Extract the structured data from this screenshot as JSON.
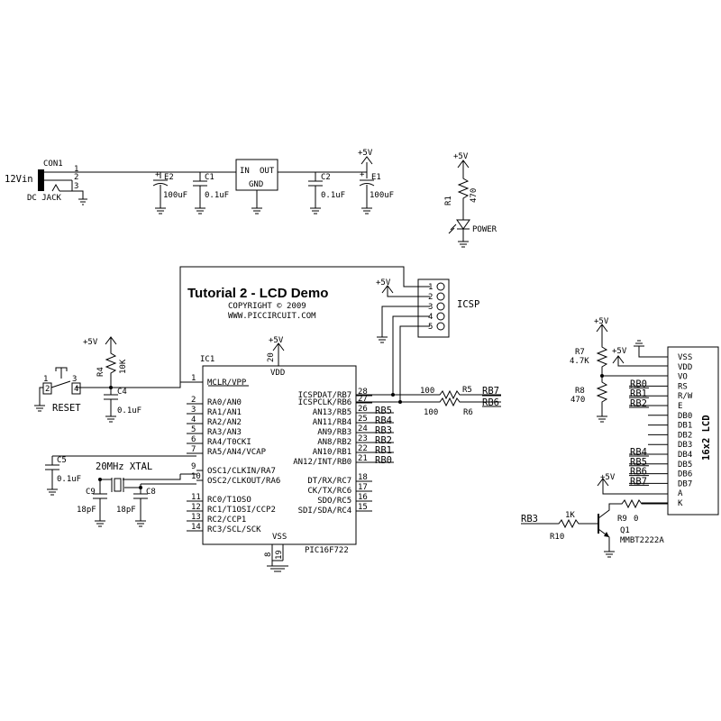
{
  "title": "Tutorial 2 - LCD Demo",
  "copyright": "COPYRIGHT © 2009",
  "website": "WWW.PICCIRCUIT.COM",
  "power_supply": {
    "input": "12Vin",
    "jack_ref": "CON1",
    "jack_name": "DC JACK",
    "jack_pins": [
      "1",
      "2",
      "3"
    ],
    "e2": "E2",
    "e2_val": "100uF",
    "c1": "C1",
    "c1_val": "0.1uF",
    "reg_in": "IN",
    "reg_out": "OUT",
    "reg_gnd": "GND",
    "c2": "C2",
    "c2_val": "0.1uF",
    "e1": "E1",
    "e1_val": "100uF",
    "vcc": "+5V"
  },
  "power_led": {
    "vcc": "+5V",
    "r1": "R1",
    "r1_val": "470",
    "label": "POWER"
  },
  "icsp": {
    "label": "ICSP",
    "vcc": "+5V",
    "pins": [
      "1",
      "2",
      "3",
      "4",
      "5"
    ]
  },
  "reset": {
    "vcc": "+5V",
    "r4": "R4",
    "r4_val": "10K",
    "c4": "C4",
    "c4_val": "0.1uF",
    "label": "RESET",
    "pins": [
      "1",
      "2",
      "3",
      "4"
    ]
  },
  "mcu": {
    "ref": "IC1",
    "part": "PIC16F722",
    "vdd": "VDD",
    "vss": "VSS",
    "vcc": "+5V",
    "vdd_pin": "20",
    "vss_pins": [
      "8",
      "19"
    ],
    "left_pins": [
      {
        "num": "1",
        "name": "MCLR/VPP"
      },
      {
        "num": "2",
        "name": "RA0/AN0"
      },
      {
        "num": "3",
        "name": "RA1/AN1"
      },
      {
        "num": "4",
        "name": "RA2/AN2"
      },
      {
        "num": "5",
        "name": "RA3/AN3"
      },
      {
        "num": "6",
        "name": "RA4/T0CKI"
      },
      {
        "num": "7",
        "name": "RA5/AN4/VCAP"
      },
      {
        "num": "9",
        "name": "OSC1/CLKIN/RA7"
      },
      {
        "num": "10",
        "name": "OSC2/CLKOUT/RA6"
      },
      {
        "num": "11",
        "name": "RC0/T1OSO"
      },
      {
        "num": "12",
        "name": "RC1/T1OSI/CCP2"
      },
      {
        "num": "13",
        "name": "RC2/CCP1"
      },
      {
        "num": "14",
        "name": "RC3/SCL/SCK"
      }
    ],
    "right_pins": [
      {
        "num": "28",
        "name": "ICSPDAT/RB7"
      },
      {
        "num": "27",
        "name": "ICSPCLK/RB6"
      },
      {
        "num": "26",
        "name": "AN13/RB5",
        "net": "RB5"
      },
      {
        "num": "25",
        "name": "AN11/RB4",
        "net": "RB4"
      },
      {
        "num": "24",
        "name": "AN9/RB3",
        "net": "RB3"
      },
      {
        "num": "23",
        "name": "AN8/RB2",
        "net": "RB2"
      },
      {
        "num": "22",
        "name": "AN10/RB1",
        "net": "RB1"
      },
      {
        "num": "21",
        "name": "AN12/INT/RB0",
        "net": "RB0"
      },
      {
        "num": "18",
        "name": "DT/RX/RC7"
      },
      {
        "num": "17",
        "name": "CK/TX/RC6"
      },
      {
        "num": "16",
        "name": "SDO/RC5"
      },
      {
        "num": "15",
        "name": "SDI/SDA/RC4"
      }
    ]
  },
  "rb_resistors": {
    "r5": "R5",
    "r5_val": "100",
    "r5_net": "RB7",
    "r6": "R6",
    "r6_val": "100",
    "r6_net": "RB6"
  },
  "osc": {
    "c5": "C5",
    "c5_val": "0.1uF",
    "xtal": "20MHz XTAL",
    "c9": "C9",
    "c9_val": "18pF",
    "c8": "C8",
    "c8_val": "18pF"
  },
  "lcd": {
    "name": "16x2 LCD",
    "vcc": "+5V",
    "r7": "R7",
    "r7_val": "4.7K",
    "r8": "R8",
    "r8_val": "470",
    "pins": [
      "VSS",
      "VDD",
      "VO",
      "RS",
      "R/W",
      "E",
      "DB0",
      "DB1",
      "DB2",
      "DB3",
      "DB4",
      "DB5",
      "DB6",
      "DB7",
      "A",
      "K"
    ],
    "nets": {
      "RS": "RB0",
      "RW": "RB1",
      "E": "RB2",
      "DB4": "RB4",
      "DB5": "RB5",
      "DB6": "RB6",
      "DB7": "RB7"
    }
  },
  "backlight": {
    "vcc": "+5V",
    "input": "RB3",
    "r10": "R10",
    "r10_val": "1K",
    "r9": "R9",
    "r9_val": "0",
    "q1": "Q1",
    "q1_part": "MMBT2222A"
  }
}
